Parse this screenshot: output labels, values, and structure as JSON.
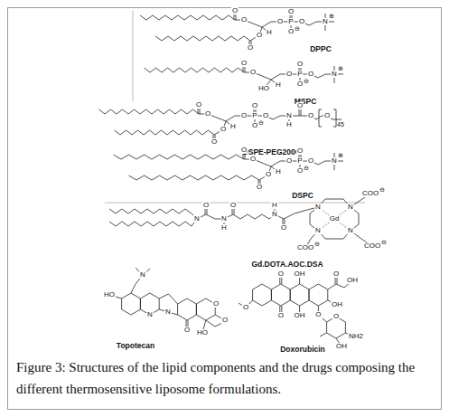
{
  "diagram": {
    "caption": "Figure 3: Structures of the lipid components and the drugs composing the different thermosensitive liposome formulations.",
    "labels": [
      "O",
      "O",
      "H",
      "O",
      "O",
      "O",
      "P",
      "O",
      "O",
      "⊖",
      "O",
      "N",
      "⊕",
      "DPPC",
      "O",
      "O",
      "HO",
      "H",
      "O",
      "P",
      "O",
      "O",
      "⊖",
      "O",
      "N",
      "⊕",
      "MSPC",
      "O",
      "O",
      "H",
      "O",
      "O",
      "O",
      "P",
      "O",
      "O",
      "⊖",
      "O",
      "N",
      "H",
      "O",
      "O",
      "O",
      "45",
      "DSPE-PEG2000",
      "O",
      "O",
      "H",
      "O",
      "O",
      "O",
      "P",
      "O",
      "O",
      "⊖",
      "O",
      "N",
      "⊕",
      "DSPC",
      "N",
      "O",
      "N",
      "H",
      "O",
      "N",
      "H",
      "O",
      "N",
      "N",
      "N",
      "N",
      "Gd",
      "COO",
      "⊖",
      "COO",
      "⊖",
      "COO",
      "⊖",
      "Gd.DOTA.AOC.DSA",
      "N",
      "HO",
      "N",
      "N",
      "O",
      "O",
      "O",
      "HO",
      "Topotecan",
      "O",
      "O",
      "O",
      "OH",
      "OH",
      "O",
      "OH",
      "OH",
      "O",
      "O",
      "NH2",
      "OH",
      "Doxorubicin"
    ]
  }
}
